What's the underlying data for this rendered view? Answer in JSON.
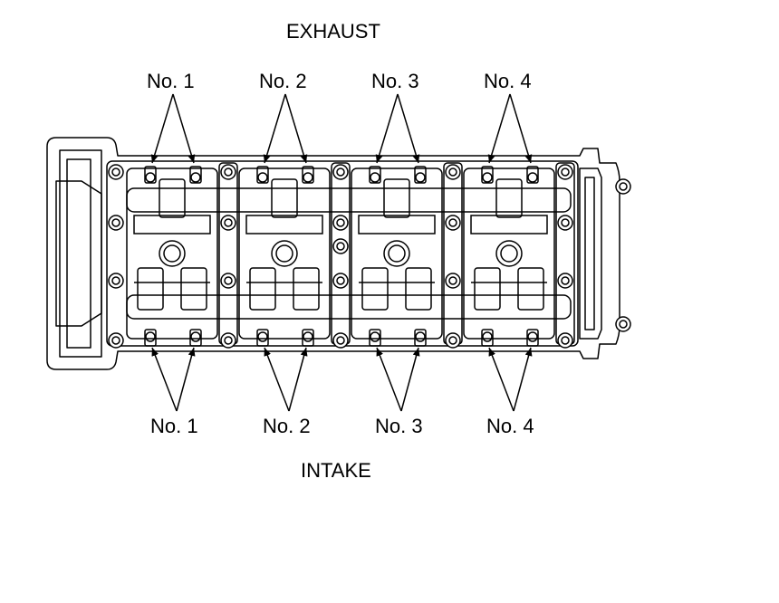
{
  "labels": {
    "top_title": "EXHAUST",
    "bottom_title": "INTAKE",
    "exhaust_cylinders": [
      "No. 1",
      "No. 2",
      "No. 3",
      "No. 4"
    ],
    "intake_cylinders": [
      "No. 1",
      "No. 2",
      "No. 3",
      "No. 4"
    ]
  },
  "colors": {
    "line": "#000000",
    "background": "#ffffff"
  }
}
